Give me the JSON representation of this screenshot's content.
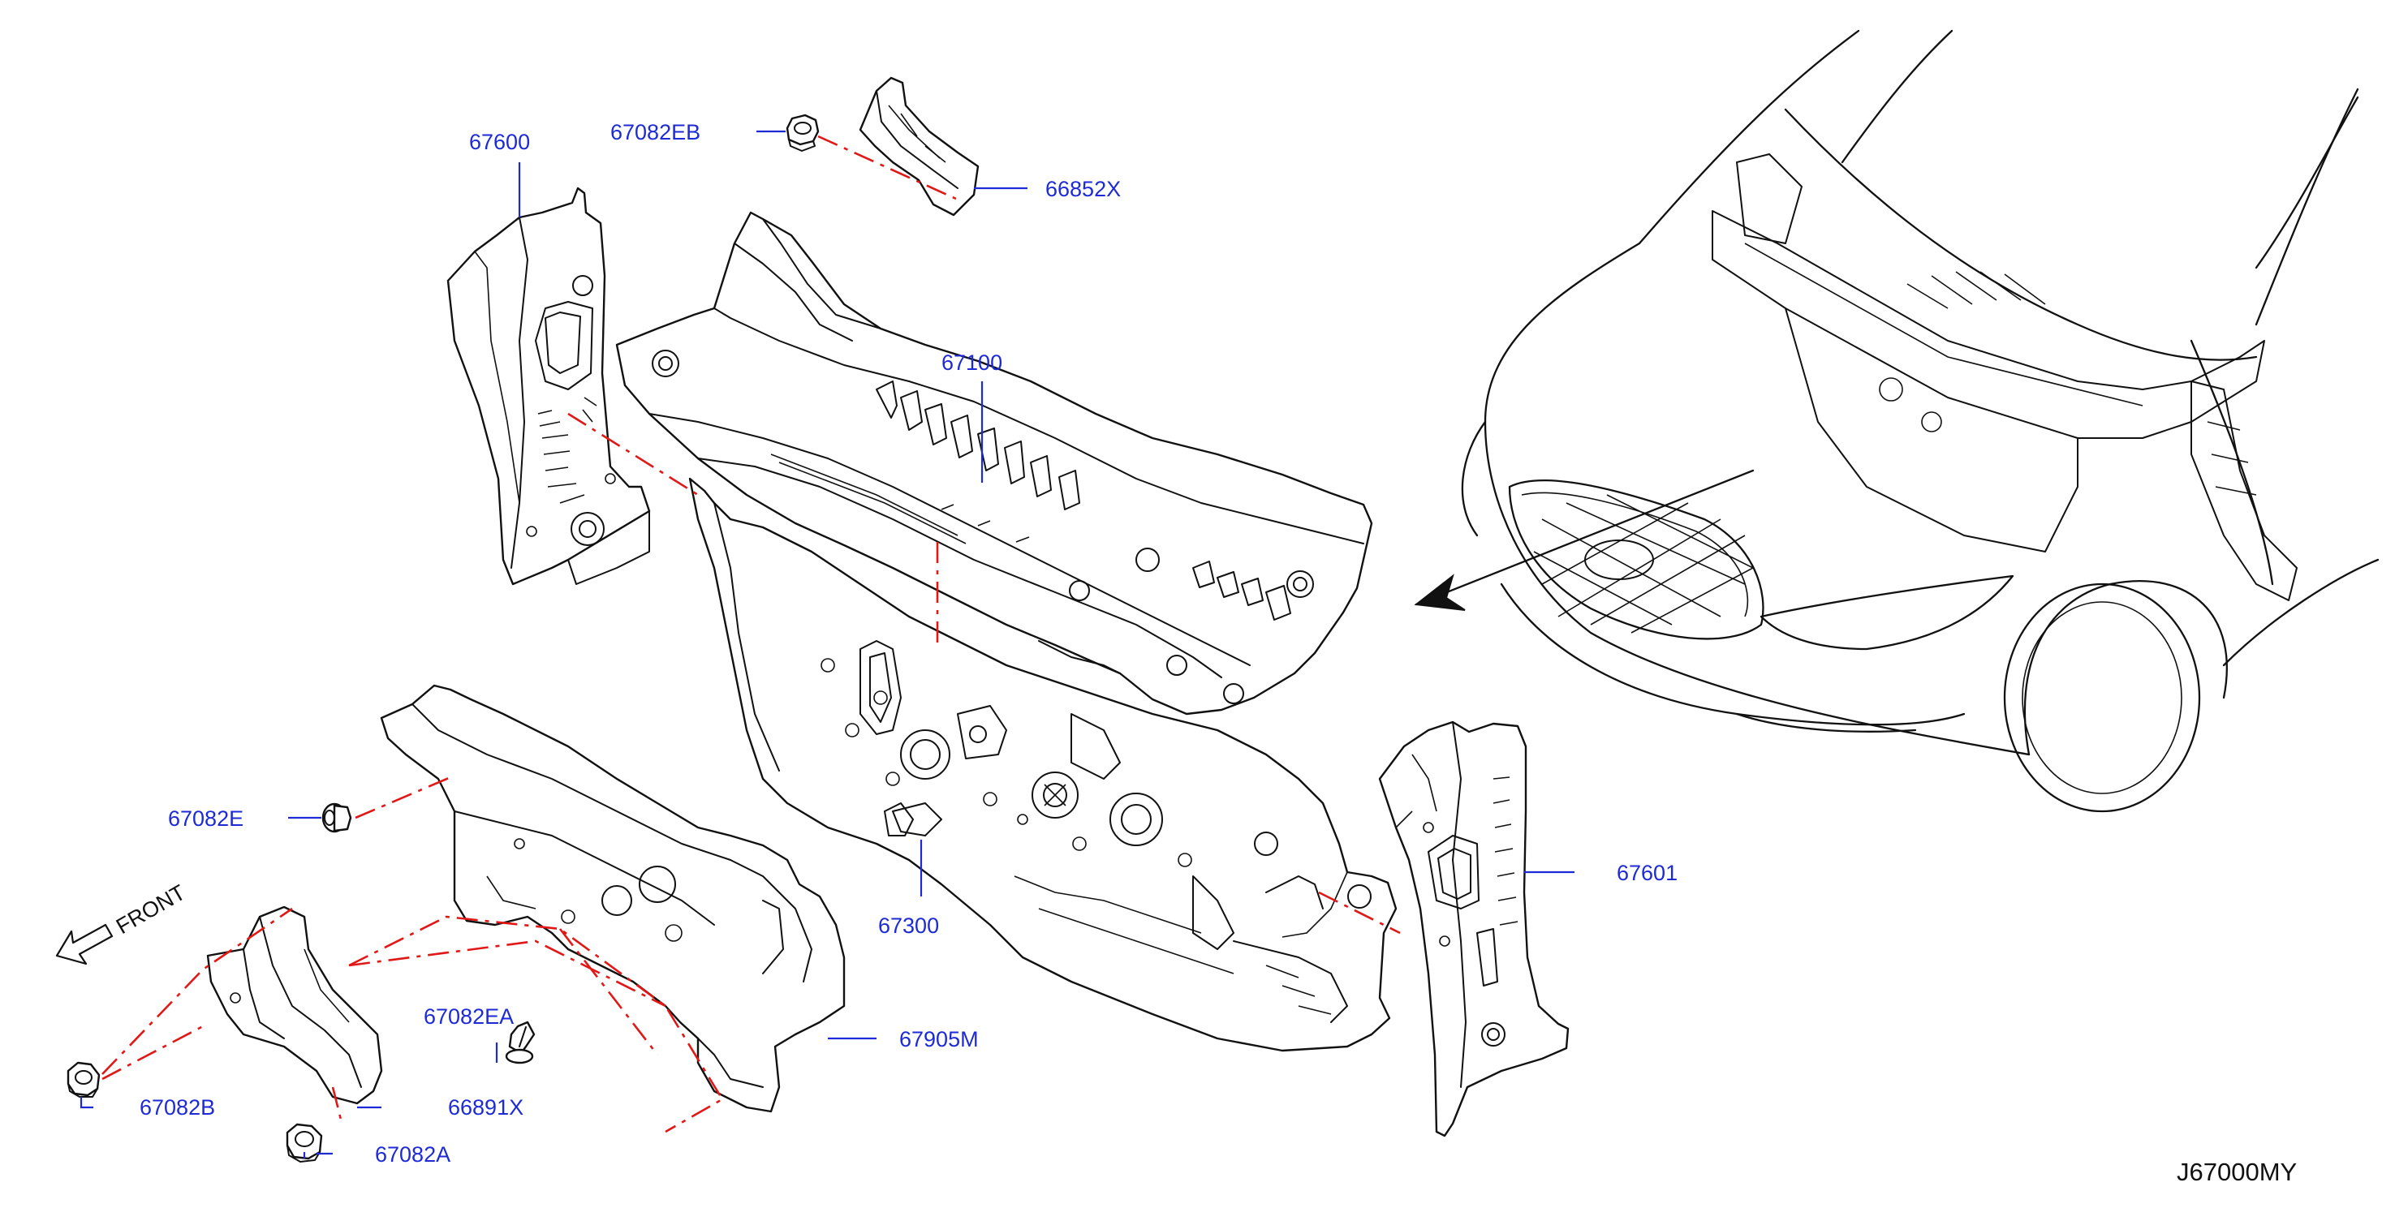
{
  "diagram": {
    "code": "J67000MY",
    "front_label": "FRONT",
    "callouts": {
      "p67600": "67600",
      "p67082EB": "67082EB",
      "p66852X": "66852X",
      "p67100": "67100",
      "p67082E": "67082E",
      "p67300": "67300",
      "p67601": "67601",
      "p67082EA": "67082EA",
      "p67905M": "67905M",
      "p67082B": "67082B",
      "p66891X": "66891X",
      "p67082A": "67082A"
    }
  },
  "colors": {
    "callout_text": "#1e2ad6",
    "dash_lines": "#e01818",
    "line_art": "#111111"
  }
}
